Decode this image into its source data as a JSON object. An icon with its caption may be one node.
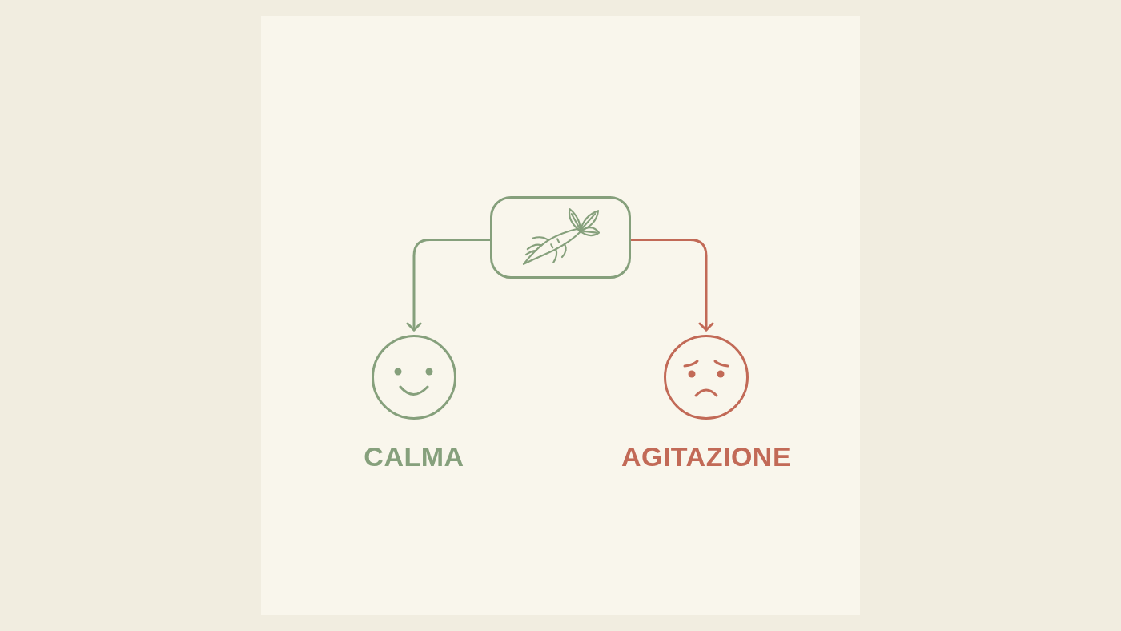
{
  "diagram": {
    "nodes": [
      {
        "text": [],
        "shape": "box"
      },
      {
        "text": [
          "CALMA"
        ]
      },
      {
        "text": [
          "AGITAZIONE"
        ]
      }
    ],
    "edges": [
      {
        "from": 0,
        "to": 1,
        "arrow": "to"
      },
      {
        "from": 0,
        "to": 2,
        "arrow": "to",
        "color": "#c26a57"
      }
    ]
  }
}
